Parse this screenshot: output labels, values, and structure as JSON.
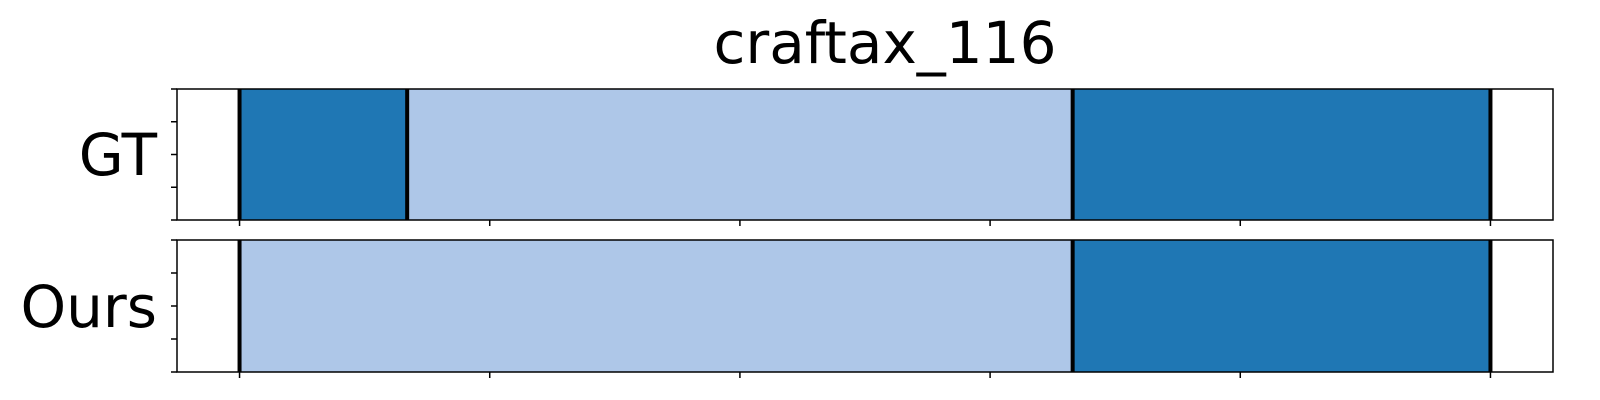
{
  "chart_data": {
    "type": "segmentation",
    "title": "craftax_116",
    "x_range": [
      -25,
      525
    ],
    "xticks": [
      0,
      100,
      200,
      300,
      400,
      500
    ],
    "colors": {
      "dark": "#1f77b4",
      "light": "#aec7e8",
      "boundary": "#000000"
    },
    "rows": [
      {
        "label": "GT",
        "segments": [
          {
            "start": 0,
            "end": 67,
            "color": "dark"
          },
          {
            "start": 67,
            "end": 333,
            "color": "light"
          },
          {
            "start": 333,
            "end": 500,
            "color": "dark"
          }
        ]
      },
      {
        "label": "Ours",
        "segments": [
          {
            "start": 0,
            "end": 333,
            "color": "light"
          },
          {
            "start": 333,
            "end": 500,
            "color": "dark"
          }
        ]
      }
    ]
  }
}
